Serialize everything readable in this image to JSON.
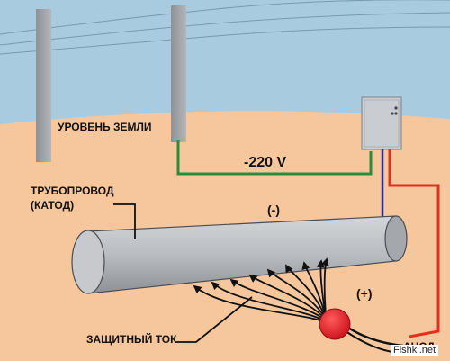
{
  "colors": {
    "sky": "#a8cbe0",
    "ground": "#f6c79c",
    "pipe": "#b9bcc0",
    "ground_wire": "#2e8b3e",
    "anode_wire": "#e0301e",
    "cathode_wire": "#2a2a8c",
    "anode": "#dc1e28"
  },
  "labels": {
    "ground_level": "УРОВЕНЬ ЗЕМЛИ",
    "voltage": "-220 V",
    "pipeline_line1": "ТРУБОПРОВОД",
    "pipeline_line2": "(КАТОД)",
    "minus": "(-)",
    "plus": "(+)",
    "protective_current": "ЗАЩИТНЫЙ ТОК",
    "anode": "АНОД"
  },
  "watermark": "Fishki.net",
  "icons": [
    "utility-pole-icon",
    "control-box-icon",
    "pipe-icon",
    "anode-icon",
    "current-arrow-icon"
  ]
}
